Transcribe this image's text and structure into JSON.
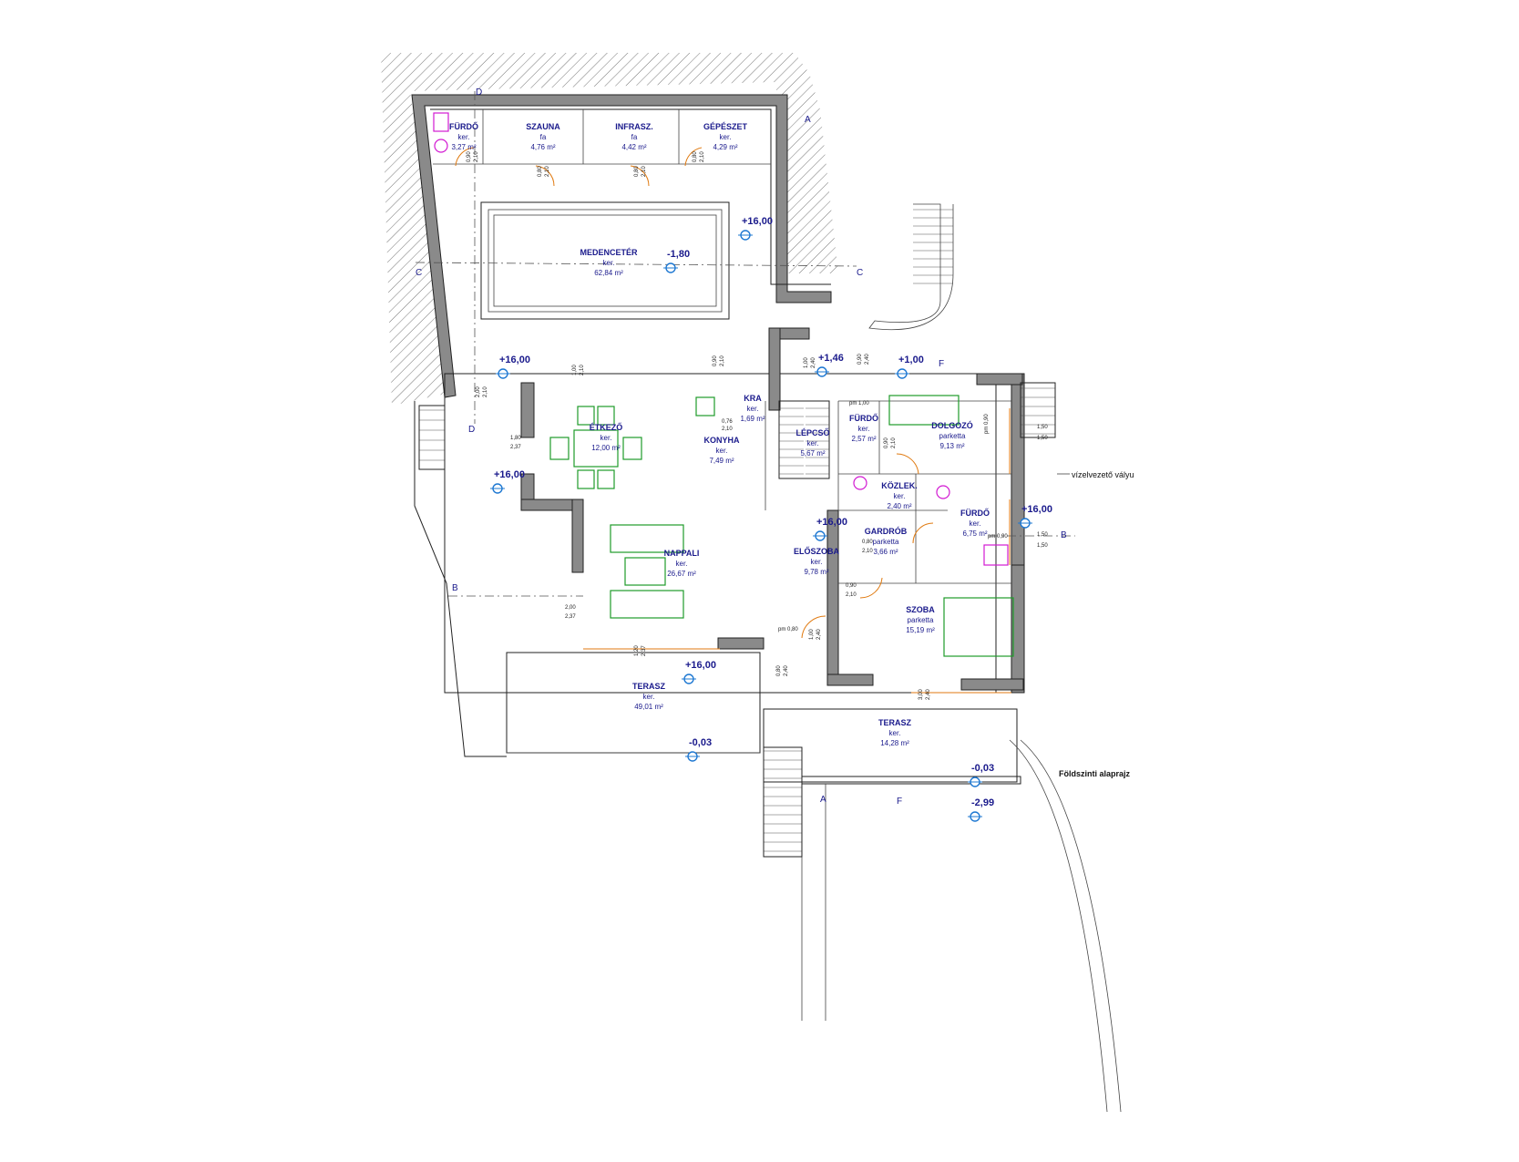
{
  "drawing_title": "Földszinti alaprajz",
  "drain_label": "vízelvezető vályu",
  "axes": [
    "A",
    "B",
    "C",
    "D",
    "F"
  ],
  "rooms": [
    {
      "id": "furdo1",
      "name": "FÜRDŐ",
      "floor": "ker.",
      "area": "3,27 m²"
    },
    {
      "id": "szauna",
      "name": "SZAUNA",
      "floor": "fa",
      "area": "4,76 m²"
    },
    {
      "id": "infrasz",
      "name": "INFRASZ.",
      "floor": "fa",
      "area": "4,42 m²"
    },
    {
      "id": "gepeszet",
      "name": "GÉPÉSZET",
      "floor": "ker.",
      "area": "4,29 m²"
    },
    {
      "id": "medence",
      "name": "MEDENCETÉR",
      "floor": "ker.",
      "area": "62,84 m²"
    },
    {
      "id": "kamra",
      "name": "KRA",
      "floor": "ker.",
      "area": "1,69 m²"
    },
    {
      "id": "etkezo",
      "name": "ÉTKEZŐ",
      "floor": "ker.",
      "area": "12,00 m²"
    },
    {
      "id": "konyha",
      "name": "KONYHA",
      "floor": "ker.",
      "area": "7,49 m²"
    },
    {
      "id": "lepcso",
      "name": "LÉPCSŐ",
      "floor": "ker.",
      "area": "5,67 m²"
    },
    {
      "id": "furdo2",
      "name": "FÜRDŐ",
      "floor": "ker.",
      "area": "2,57 m²"
    },
    {
      "id": "dolgozo",
      "name": "DOLGOZÓ",
      "floor": "parketta",
      "area": "9,13 m²"
    },
    {
      "id": "kozlek",
      "name": "KÖZLEK.",
      "floor": "ker.",
      "area": "2,40 m²"
    },
    {
      "id": "furdo3",
      "name": "FÜRDŐ",
      "floor": "ker.",
      "area": "6,75 m²"
    },
    {
      "id": "gardrob",
      "name": "GARDRÓB",
      "floor": "parketta",
      "area": "3,66 m²"
    },
    {
      "id": "nappali",
      "name": "NAPPALI",
      "floor": "ker.",
      "area": "26,67 m²"
    },
    {
      "id": "eloszoba",
      "name": "ELŐSZOBA",
      "floor": "ker.",
      "area": "9,78 m²"
    },
    {
      "id": "szoba",
      "name": "SZOBA",
      "floor": "parketta",
      "area": "15,19 m²"
    },
    {
      "id": "terasz1",
      "name": "TERASZ",
      "floor": "ker.",
      "area": "49,01 m²"
    },
    {
      "id": "terasz2",
      "name": "TERASZ",
      "floor": "ker.",
      "area": "14,28 m²"
    }
  ],
  "levels": [
    "+16,00",
    "-1,80",
    "+1,46",
    "+1,00",
    "+16,00",
    "+16,00",
    "+16,00",
    "+16,00",
    "+16,00",
    "-0,03",
    "-0,03",
    "-2,99"
  ],
  "dims": [
    "0,90",
    "2,10",
    "0,80",
    "2,10",
    "0,80",
    "2,10",
    "0,80",
    "2,10",
    "2,00",
    "2,10",
    "1,00",
    "2,10",
    "0,90",
    "2,10",
    "1,00",
    "2,40",
    "0,90",
    "2,40",
    "1,50",
    "1,50",
    "1,50",
    "1,50",
    "1,80",
    "2,37",
    "2,00",
    "2,37",
    "0,76",
    "2,10",
    "pm 1,00",
    "pm 0,90",
    "pm 0,90",
    "0,80",
    "2,10",
    "0,90",
    "2,10",
    "0,90",
    "2,10",
    "1,00",
    "2,40",
    "3,00",
    "2,40",
    "1,20",
    "2,37",
    "0,80",
    "2,40",
    "pm 0,80"
  ]
}
